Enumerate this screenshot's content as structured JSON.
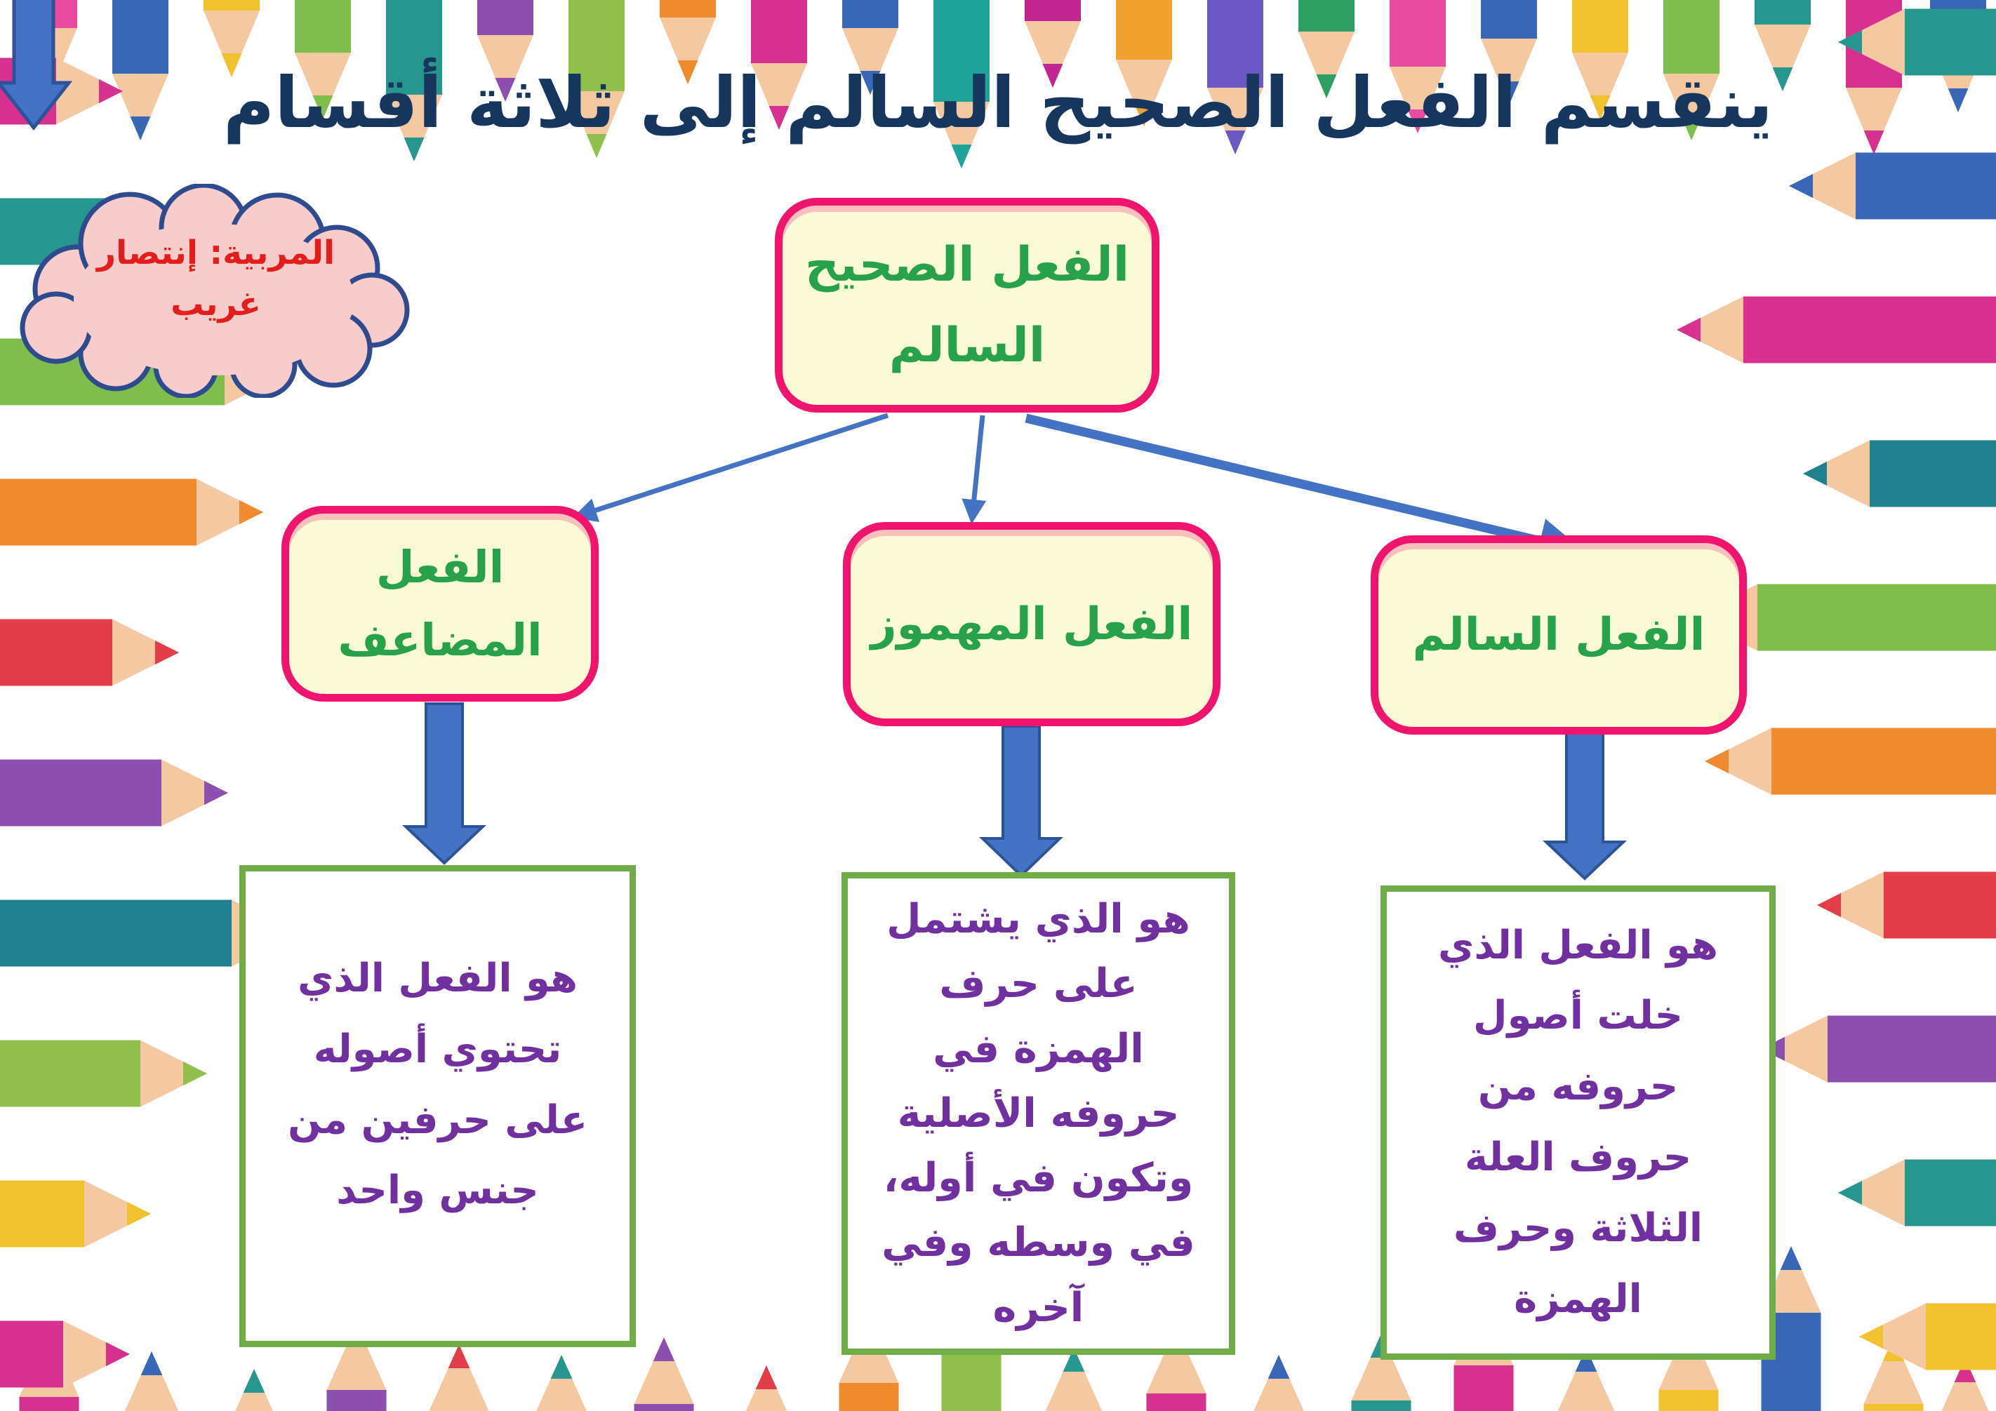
{
  "page": {
    "title": "ينقسم الفعل الصحيح السالم إلى ثلاثة أقسام"
  },
  "cloud": {
    "line1": "المربية: إنتصار",
    "line2": "غريب"
  },
  "tree": {
    "root": {
      "line1": "الفعل الصحيح",
      "line2": "السالم"
    },
    "children": [
      {
        "label": "الفعل السالم",
        "description": "هو الفعل الذي خلت أصول حروفه من حروف العلة الثلاثة وحرف الهمزة"
      },
      {
        "label": "الفعل المهموز",
        "description": "هو الذي يشتمل على حرف الهمزة في حروفه الأصلية وتكون في أوله، في وسطه وفي آخره"
      },
      {
        "label": "الفعل المضاعف",
        "label_line1": "الفعل",
        "label_line2": "المضاعف",
        "description": "هو الفعل الذي تحتوي أصوله على حرفين من جنس واحد"
      }
    ]
  },
  "colors": {
    "title_text": "#17365D",
    "node_fill": "#FAFAD6",
    "node_border": "#F0146E",
    "node_text": "#27A24A",
    "desc_border": "#70AD47",
    "desc_text": "#7030A0",
    "arrow_blue": "#4472C4",
    "arrow_edge": "#2C5399",
    "cloud_fill": "#F8CCCB",
    "cloud_outline": "#2E4B8F",
    "cloud_text": "#E31C1C",
    "pencil_wood": "#F4C9A2"
  },
  "decor": {
    "top": [
      [
        70,
        150,
        "#E94BA0"
      ],
      [
        200,
        215,
        "#3A66B8"
      ],
      [
        330,
        125,
        "#F2C12E"
      ],
      [
        460,
        185,
        "#7FBE4C"
      ],
      [
        590,
        245,
        "#27968F"
      ],
      [
        720,
        160,
        "#8C4FB0"
      ],
      [
        850,
        240,
        "#90C04B"
      ],
      [
        980,
        135,
        "#F08A2E"
      ],
      [
        1110,
        200,
        "#D8308F"
      ],
      [
        1240,
        150,
        "#3A66B8"
      ],
      [
        1370,
        255,
        "#20A39A"
      ],
      [
        1500,
        140,
        "#C2258F"
      ],
      [
        1630,
        195,
        "#F2A12E"
      ],
      [
        1760,
        235,
        "#6B58C4"
      ],
      [
        1890,
        155,
        "#2E9E62"
      ],
      [
        2020,
        205,
        "#E94BA0"
      ],
      [
        2150,
        165,
        "#3A66B8"
      ],
      [
        2280,
        185,
        "#F2C12E"
      ],
      [
        2410,
        215,
        "#7FBE4C"
      ],
      [
        2540,
        145,
        "#27968F"
      ],
      [
        2670,
        235,
        "#D8308F"
      ],
      [
        2790,
        175,
        "#3A66B8"
      ]
    ],
    "bottom": [
      [
        70,
        130,
        "#D8308F"
      ],
      [
        216,
        100,
        "#3A66B8"
      ],
      [
        362,
        75,
        "#27968F"
      ],
      [
        508,
        140,
        "#8C4FB0"
      ],
      [
        654,
        110,
        "#E33D49"
      ],
      [
        800,
        95,
        "#27968F"
      ],
      [
        946,
        120,
        "#8C4FB0"
      ],
      [
        1092,
        80,
        "#E33D49"
      ],
      [
        1238,
        150,
        "#F08A2E"
      ],
      [
        1384,
        230,
        "#90C04B"
      ],
      [
        1530,
        105,
        "#27968F"
      ],
      [
        1676,
        135,
        "#D8308F"
      ],
      [
        1822,
        95,
        "#3A66B8"
      ],
      [
        1968,
        125,
        "#27968F"
      ],
      [
        2114,
        175,
        "#D8308F"
      ],
      [
        2260,
        105,
        "#3A66B8"
      ],
      [
        2406,
        140,
        "#F2C12E"
      ],
      [
        2552,
        250,
        "#3A66B8"
      ],
      [
        2698,
        120,
        "#F2C12E"
      ],
      [
        2800,
        90,
        "#D8308F"
      ]
    ],
    "left": [
      [
        130,
        190,
        "#D8308F"
      ],
      [
        330,
        260,
        "#27968F"
      ],
      [
        530,
        430,
        "#7FBE4C"
      ],
      [
        730,
        390,
        "#F08A2E"
      ],
      [
        930,
        270,
        "#E33D49"
      ],
      [
        1130,
        340,
        "#8C4FB0"
      ],
      [
        1330,
        440,
        "#20808D"
      ],
      [
        1530,
        310,
        "#90C04B"
      ],
      [
        1730,
        230,
        "#F2C12E"
      ],
      [
        1930,
        200,
        "#D8308F"
      ]
    ],
    "right": [
      [
        60,
        240,
        "#27968F"
      ],
      [
        265,
        310,
        "#3A66B8"
      ],
      [
        470,
        470,
        "#D8308F"
      ],
      [
        675,
        290,
        "#20808D"
      ],
      [
        880,
        450,
        "#7FBE4C"
      ],
      [
        1085,
        430,
        "#F08A2E"
      ],
      [
        1290,
        270,
        "#E33D49"
      ],
      [
        1495,
        350,
        "#8C4FB0"
      ],
      [
        1700,
        240,
        "#27968F"
      ],
      [
        1905,
        210,
        "#F2C12E"
      ]
    ]
  }
}
